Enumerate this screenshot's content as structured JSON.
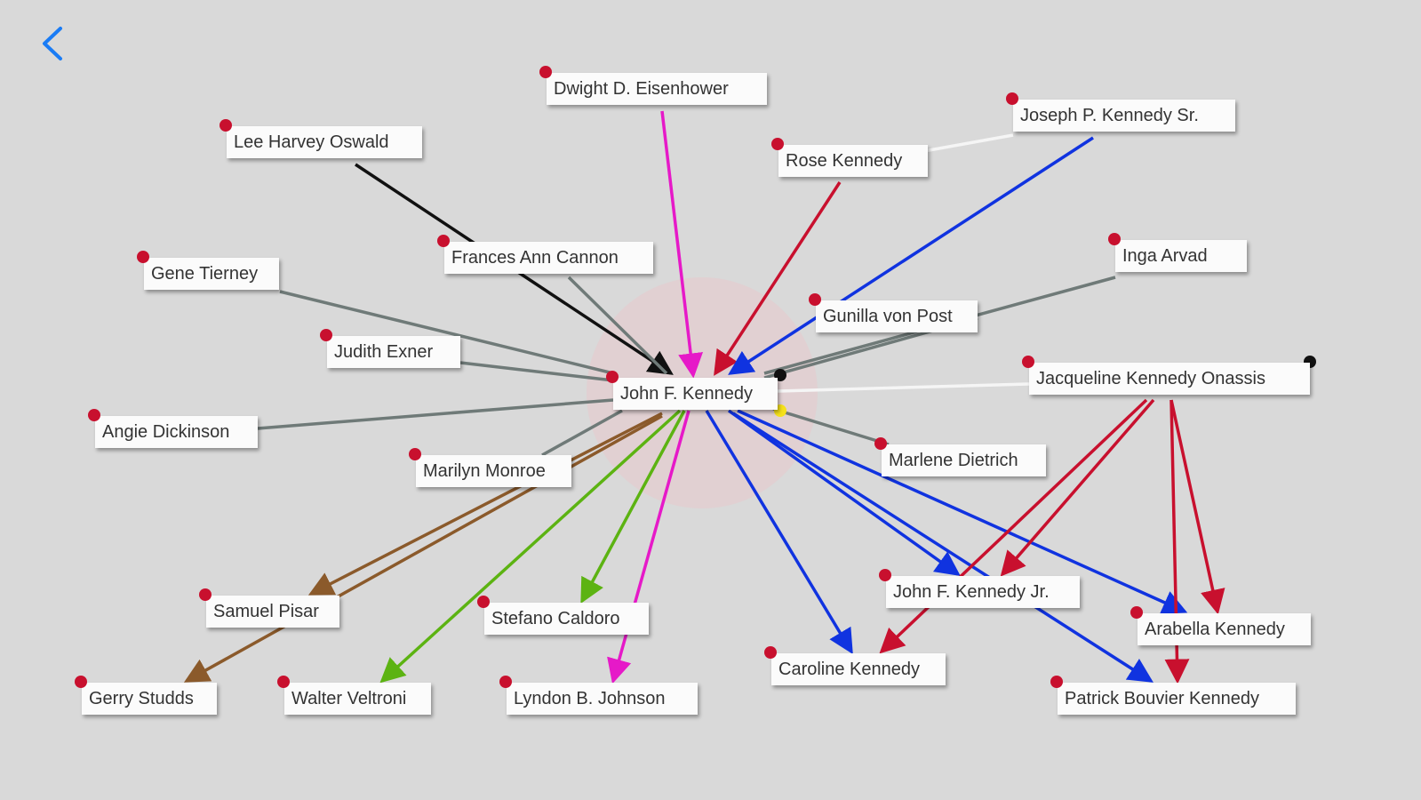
{
  "nav": {
    "back_icon": "chevron-left-icon",
    "back_color": "#1a7cf5"
  },
  "nodes": [
    {
      "id": "jfk",
      "label": "John F. Kennedy"
    },
    {
      "id": "eisenhower",
      "label": "Dwight D. Eisenhower"
    },
    {
      "id": "oswald",
      "label": "Lee Harvey Oswald"
    },
    {
      "id": "joseph",
      "label": "Joseph P. Kennedy Sr."
    },
    {
      "id": "rose",
      "label": "Rose Kennedy"
    },
    {
      "id": "frances",
      "label": "Frances Ann Cannon"
    },
    {
      "id": "gene",
      "label": "Gene Tierney"
    },
    {
      "id": "inga",
      "label": "Inga Arvad"
    },
    {
      "id": "gunilla",
      "label": "Gunilla von Post"
    },
    {
      "id": "judith",
      "label": "Judith Exner"
    },
    {
      "id": "jackie",
      "label": "Jacqueline Kennedy Onassis"
    },
    {
      "id": "angie",
      "label": "Angie Dickinson"
    },
    {
      "id": "marilyn",
      "label": "Marilyn Monroe"
    },
    {
      "id": "marlene",
      "label": "Marlene Dietrich"
    },
    {
      "id": "samuel",
      "label": "Samuel Pisar"
    },
    {
      "id": "stefano",
      "label": "Stefano Caldoro"
    },
    {
      "id": "jfkjr",
      "label": "John F. Kennedy Jr."
    },
    {
      "id": "arabella",
      "label": "Arabella Kennedy"
    },
    {
      "id": "caroline",
      "label": "Caroline Kennedy"
    },
    {
      "id": "gerry",
      "label": "Gerry Studds"
    },
    {
      "id": "walter",
      "label": "Walter Veltroni"
    },
    {
      "id": "lyndon",
      "label": "Lyndon B. Johnson"
    },
    {
      "id": "patrick",
      "label": "Patrick Bouvier Kennedy"
    }
  ],
  "edges": [
    {
      "from": "oswald",
      "to": "jfk",
      "color": "#111111",
      "arrow": true
    },
    {
      "from": "eisenhower",
      "to": "jfk",
      "color": "#e619c8",
      "arrow": true
    },
    {
      "from": "rose",
      "to": "jfk",
      "color": "#c8102e",
      "arrow": true
    },
    {
      "from": "joseph",
      "to": "jfk",
      "color": "#1033e0",
      "arrow": true
    },
    {
      "from": "joseph",
      "to": "rose",
      "color": "#f5f5f5",
      "arrow": false
    },
    {
      "from": "frances",
      "to": "jfk",
      "color": "#6f7a78",
      "arrow": false
    },
    {
      "from": "gene",
      "to": "jfk",
      "color": "#6f7a78",
      "arrow": false
    },
    {
      "from": "judith",
      "to": "jfk",
      "color": "#6f7a78",
      "arrow": false
    },
    {
      "from": "angie",
      "to": "jfk",
      "color": "#6f7a78",
      "arrow": false
    },
    {
      "from": "inga",
      "to": "jfk",
      "color": "#6f7a78",
      "arrow": false
    },
    {
      "from": "gunilla",
      "to": "jfk",
      "color": "#6f7a78",
      "arrow": false
    },
    {
      "from": "jackie",
      "to": "jfk",
      "color": "#f5f5f5",
      "arrow": false
    },
    {
      "from": "marlene",
      "to": "jfk",
      "color": "#6f7a78",
      "arrow": false
    },
    {
      "from": "marilyn",
      "to": "jfk",
      "color": "#6f7a78",
      "arrow": false
    },
    {
      "from": "jfk",
      "to": "samuel",
      "color": "#8b5a2b",
      "arrow": true
    },
    {
      "from": "jfk",
      "to": "gerry",
      "color": "#8b5a2b",
      "arrow": true
    },
    {
      "from": "jfk",
      "to": "walter",
      "color": "#5cb312",
      "arrow": true
    },
    {
      "from": "jfk",
      "to": "stefano",
      "color": "#5cb312",
      "arrow": true
    },
    {
      "from": "jfk",
      "to": "lyndon",
      "color": "#e619c8",
      "arrow": true
    },
    {
      "from": "jfk",
      "to": "caroline",
      "color": "#1033e0",
      "arrow": true
    },
    {
      "from": "jfk",
      "to": "jfkjr",
      "color": "#1033e0",
      "arrow": true
    },
    {
      "from": "jfk",
      "to": "arabella",
      "color": "#1033e0",
      "arrow": true
    },
    {
      "from": "jfk",
      "to": "patrick",
      "color": "#1033e0",
      "arrow": true
    },
    {
      "from": "jackie",
      "to": "jfkjr",
      "color": "#c8102e",
      "arrow": true
    },
    {
      "from": "jackie",
      "to": "caroline",
      "color": "#c8102e",
      "arrow": true
    },
    {
      "from": "jackie",
      "to": "arabella",
      "color": "#c8102e",
      "arrow": true
    },
    {
      "from": "jackie",
      "to": "patrick",
      "color": "#c8102e",
      "arrow": true
    }
  ]
}
